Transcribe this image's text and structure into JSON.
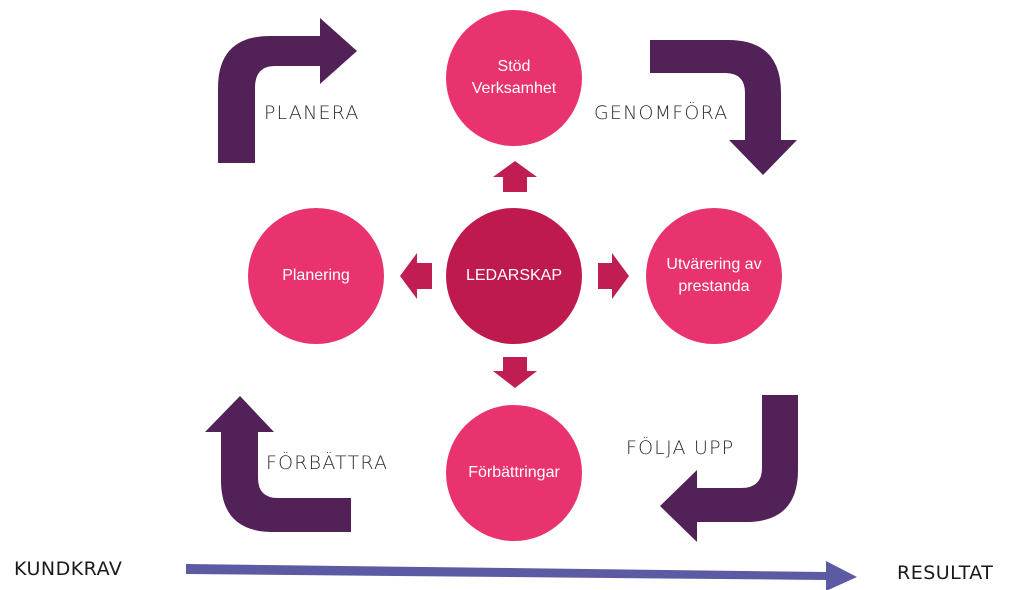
{
  "colors": {
    "circle": "#e8336f",
    "center": "#be1a4e",
    "cycle_arrow": "#512157",
    "small_arrow": "#c01e52",
    "timeline_arrow": "#5b5aa3"
  },
  "nodes": {
    "top": "Stöd\nVerksamhet",
    "left": "Planering",
    "center": "LEDARSKAP",
    "right": "Utvärering av\nprestanda",
    "bottom": "Förbättringar"
  },
  "phases": {
    "plan": "PLANERA",
    "do": "GENOMFÖRA",
    "check": "FÖLJA UPP",
    "act": "FÖRBÄTTRA"
  },
  "timeline": {
    "start": "KUNDKRAV",
    "end": "RESULTAT"
  }
}
